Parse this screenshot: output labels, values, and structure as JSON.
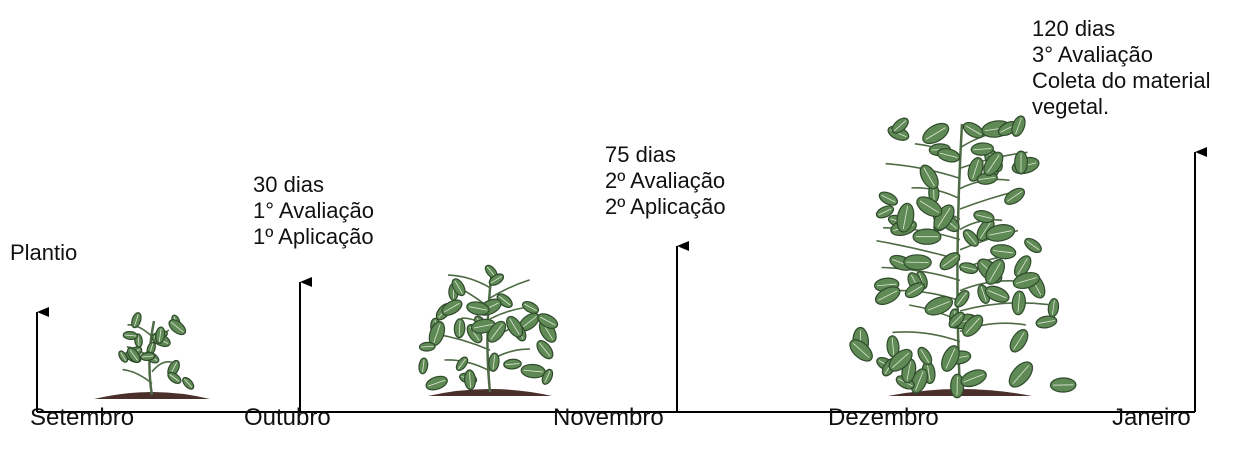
{
  "months": [
    "Setembro",
    "Outubro",
    "Novembro",
    "Dezembro",
    "Janeiro"
  ],
  "milestones": [
    {
      "lines": [
        "Plantio"
      ]
    },
    {
      "lines": [
        "30 dias",
        "1° Avaliação",
        "1º Aplicação"
      ]
    },
    {
      "lines": [
        "75 dias",
        "2º Avaliação",
        "2º Aplicação"
      ]
    },
    {
      "lines": [
        "120 dias",
        "3° Avaliação",
        "Coleta do material",
        "vegetal."
      ]
    }
  ],
  "colors": {
    "line": "#000000",
    "leaf": "#5f8a55",
    "leaf_dark": "#2f4a2b",
    "stem": "#4e6b45",
    "soil": "#4a2f2b"
  }
}
